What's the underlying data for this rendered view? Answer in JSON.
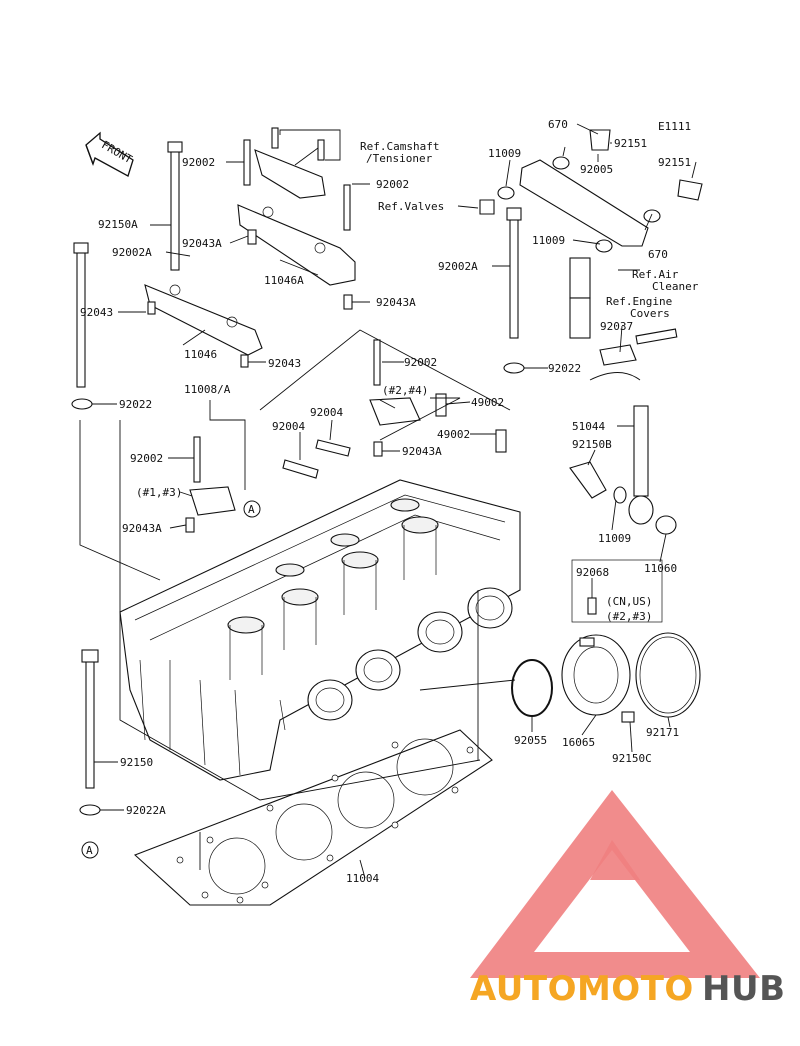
{
  "diagram_code": "E1111",
  "front_arrow_label": "FRONT",
  "callouts": {
    "ref_camshaft_tensioner_1": "Ref.Camshaft",
    "ref_camshaft_tensioner_2": "/Tensioner",
    "ref_valves": "Ref.Valves",
    "ref_air_cleaner_1": "Ref.Air",
    "ref_air_cleaner_2": "Cleaner",
    "ref_engine_covers_1": "Ref.Engine",
    "ref_engine_covers_2": "Covers",
    "cyl_2_4": "(#2,#4)",
    "cyl_1_3": "(#1,#3)",
    "cn_us_1": "(CN,US)",
    "cn_us_2": "(#2,#3)",
    "ref_a_top": "A",
    "ref_a_bottom": "A"
  },
  "parts": {
    "p670_top": "670",
    "p92151_a": "92151",
    "p92005": "92005",
    "p92151_b": "92151",
    "p670_right": "670",
    "p11009_top": "11009",
    "p11009_mid": "11009",
    "p11009_low": "11009",
    "p92002_top": "92002",
    "p92002_mid": "92002",
    "p92002_center": "92002",
    "p92002_left": "92002",
    "p92150A": "92150A",
    "p92002A_left": "92002A",
    "p92043A_top": "92043A",
    "p11046A": "11046A",
    "p92043A_mid": "92043A",
    "p92043": "92043",
    "p92043_b": "92043",
    "p11046": "11046",
    "p92002A_right": "92002A",
    "p92037": "92037",
    "p92022_right": "92022",
    "p92022_left": "92022",
    "p11008A": "11008/A",
    "p92004_a": "92004",
    "p92004_b": "92004",
    "p49002_a": "49002",
    "p49002_b": "49002",
    "p92043A_center": "92043A",
    "p92043A_left": "92043A",
    "p51044": "51044",
    "p92150B": "92150B",
    "p11060": "11060",
    "p92068": "92068",
    "p92055": "92055",
    "p16065": "16065",
    "p92171": "92171",
    "p92150C": "92150C",
    "p92150": "92150",
    "p92022A": "92022A",
    "p11004": "11004"
  },
  "watermark": {
    "part1": "AUTOMOTO",
    "part2": "HUB",
    "color_part1": "#f5a623",
    "color_part2": "#555555",
    "color_triangle": "#f08080"
  }
}
